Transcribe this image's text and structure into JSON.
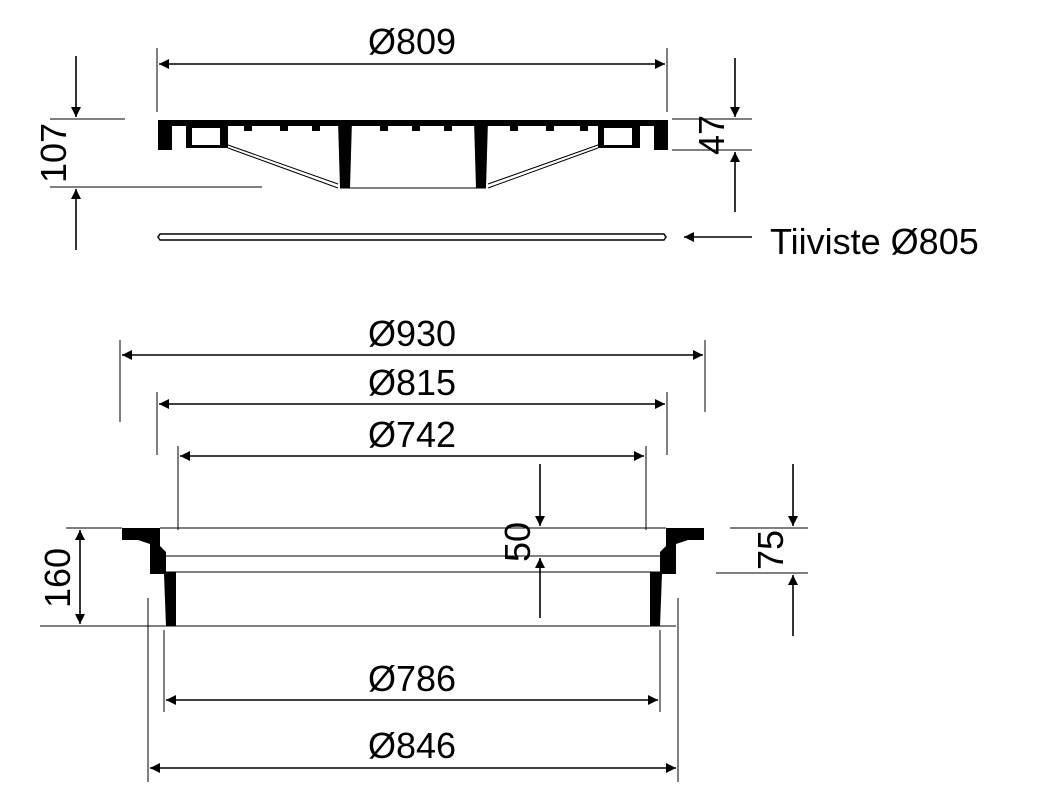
{
  "cover": {
    "diameter_label": "Ø809",
    "height_label": "107",
    "thickness_label": "47"
  },
  "gasket": {
    "label": "Tiiviste Ø805"
  },
  "frame": {
    "outer_flange_label": "Ø930",
    "seat_label": "Ø815",
    "inner_top_label": "Ø742",
    "seat_depth_label": "50",
    "flange_height_label": "75",
    "total_height_label": "160",
    "inner_bottom_label": "Ø786",
    "outer_bottom_label": "Ø846"
  },
  "colors": {
    "line": "#000000",
    "background": "#ffffff"
  }
}
